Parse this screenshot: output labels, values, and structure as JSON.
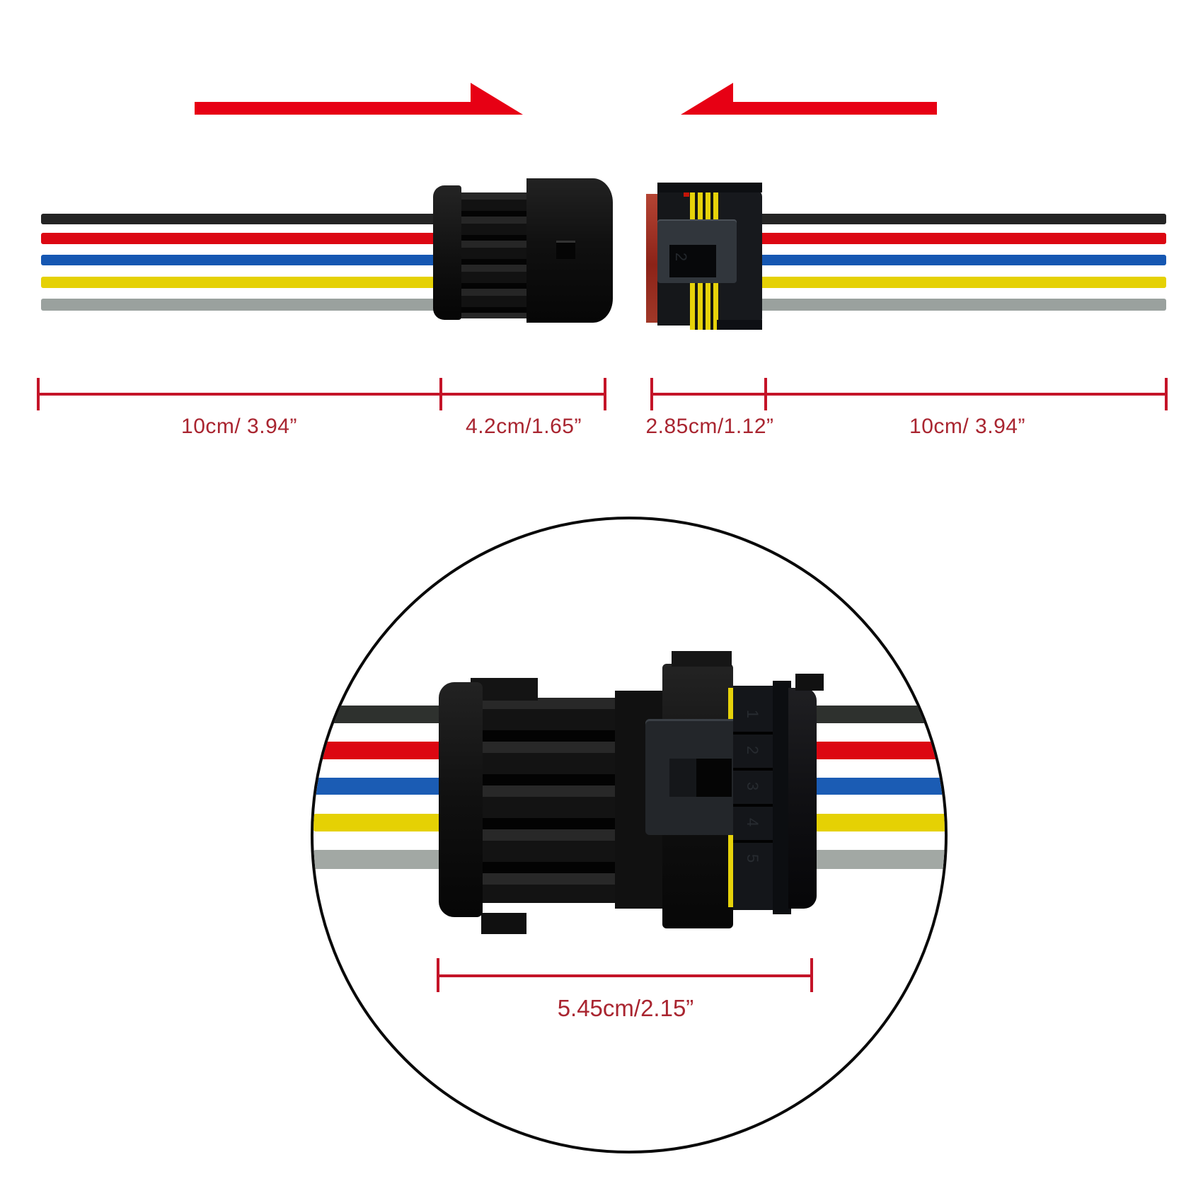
{
  "arrows": {
    "color": "#e70014"
  },
  "measurements": {
    "left_wire": "10cm/ 3.94”",
    "male_connector": "4.2cm/1.65”",
    "female_connector": "2.85cm/1.12”",
    "right_wire": "10cm/ 3.94”",
    "assembled_connector": "5.45cm/2.15”"
  },
  "dimension_style": {
    "line_color": "#c41428",
    "text_color": "#a92530"
  },
  "wires": [
    {
      "name": "black",
      "color": "#242424",
      "zoom_color": "#2e312e"
    },
    {
      "name": "red",
      "color": "#dc0712",
      "zoom_color": "#dc0712"
    },
    {
      "name": "blue",
      "color": "#1557b2",
      "zoom_color": "#1b5cb4"
    },
    {
      "name": "yellow",
      "color": "#e5d104",
      "zoom_color": "#e5d104"
    },
    {
      "name": "gray",
      "color": "#9aa19e",
      "zoom_color": "#a2a8a4"
    }
  ],
  "connector": {
    "pin_labels": [
      "1",
      "2",
      "3",
      "4",
      "5"
    ],
    "latch_label": "2",
    "seal_color": "#e6d20a",
    "housing_color": "#141414",
    "female_red_color": "#a83428"
  }
}
